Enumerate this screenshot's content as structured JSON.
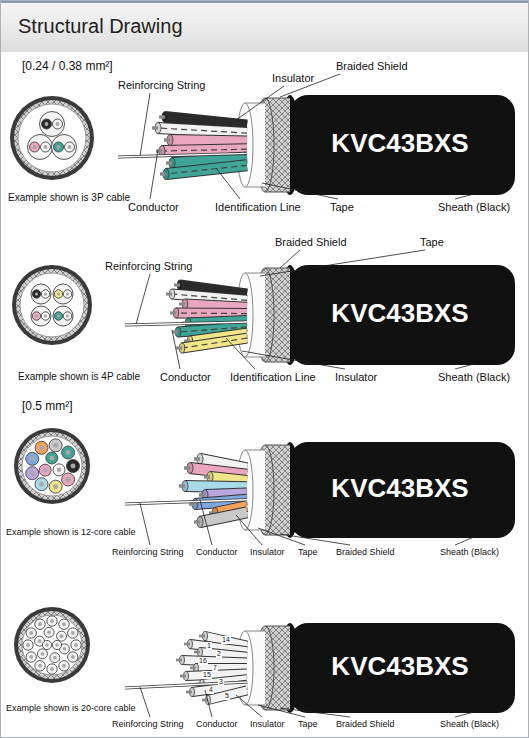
{
  "diagram": {
    "title": "Structural Drawing",
    "labels": [
      "[0.24 / 0.38 mm²]",
      "Reinforcing String",
      "Insulator",
      "Braided Shield",
      "KVC43BXS",
      "Example shown is 3P cable",
      "Conductor",
      "Identification Line",
      "Tape",
      "Sheath (Black)",
      "Braided Shield",
      "Tape",
      "Reinforcing String",
      "KVC43BXS",
      "Example shown is 4P cable",
      "Conductor",
      "Identification Line",
      "Insulator",
      "Sheath (Black)",
      "[0.5 mm²]",
      "KVC43BXS",
      "Example shown is 12-core cable",
      "Reinforcing String",
      "Conductor",
      "Insulator",
      "Tape",
      "Braided Shield",
      "Sheath (Black)",
      "KVC43BXS",
      "Example shown is 20-core cable",
      "Reinforcing String",
      "Conductor",
      "Insulator",
      "Tape",
      "Braided Shield",
      "Sheath (Black)",
      "14",
      "1",
      "2",
      "16",
      "7",
      "15",
      "3",
      "4",
      "5"
    ]
  }
}
